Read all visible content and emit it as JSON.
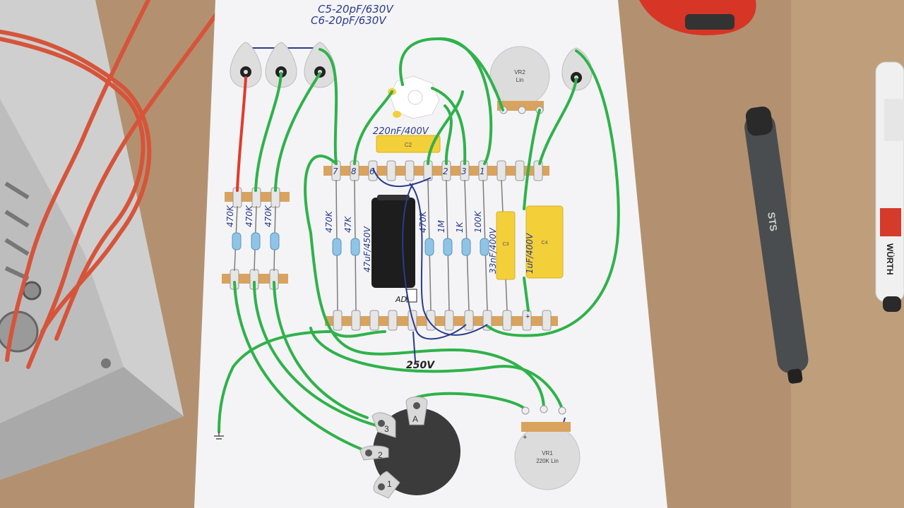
{
  "photo": {
    "handwritten_notes": [
      "C5-20pF/630V",
      "C6-20pF/630V"
    ],
    "cap_c2": {
      "label": "C2",
      "note": "220nF/400V"
    },
    "cap_c3": {
      "label": "C3",
      "note": "33nF/400V"
    },
    "cap_c4": {
      "label": "C4",
      "note": "1uF/400V"
    },
    "electrolytic_note": "47uF/450V",
    "resistor_notes": [
      "470K",
      "470K",
      "470K",
      "470K",
      "47K",
      "470K",
      "1M",
      "1K",
      "100K"
    ],
    "lug_numbers_top": [
      "7",
      "8",
      "6",
      "2",
      "3",
      "1"
    ],
    "voltage_note": "250V",
    "ad_label": "AD",
    "vr2": {
      "name": "VR2",
      "type": "Lin"
    },
    "vr1": {
      "name": "VR1",
      "value": "220K Lin"
    },
    "vr1_plus": "+",
    "tagstrip_plus": "+",
    "switch_labels": [
      "A",
      "3",
      "2",
      "1"
    ],
    "marker_brand_text": "WÜRTH",
    "pen_text": "STS",
    "colors": {
      "board": "#b39170",
      "paper": "#f4f4f6",
      "wire_green": "#2fb24a",
      "wire_red": "#e23a2c",
      "wire_blue": "#2b3a8c",
      "tagstrip": "#d9a35e",
      "capacitor_yellow": "#f3cf3a",
      "electrolytic_black": "#1d1d1d",
      "pot_gray": "#dcdcdc",
      "switch_dark": "#3b3b3b",
      "orange_cable": "#d6543a",
      "chassis": "#c9c9c9"
    }
  }
}
